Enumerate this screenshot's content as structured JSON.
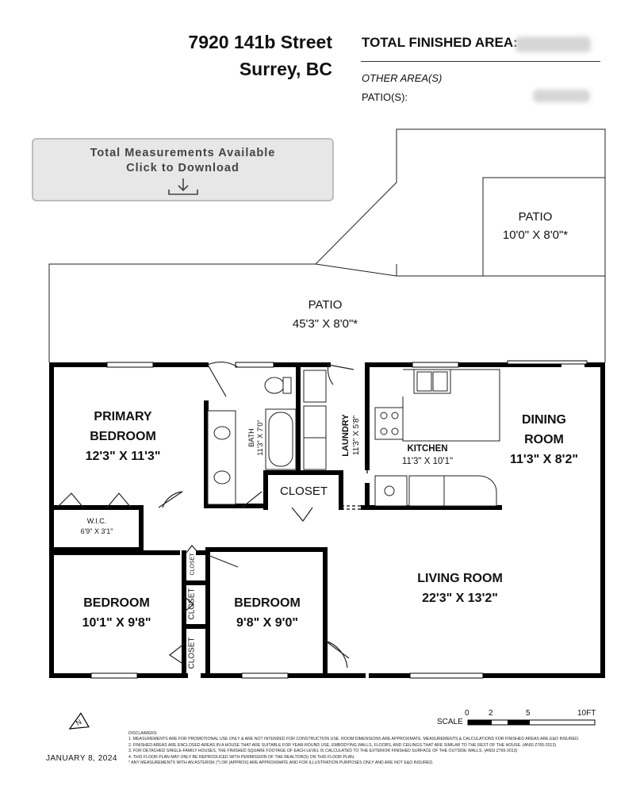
{
  "header": {
    "address_line1": "7920 141b Street",
    "address_line2": "Surrey, BC",
    "total_label": "TOTAL FINISHED AREA:",
    "other_area": "OTHER AREA(S)",
    "patios_label": "PATIO(S):"
  },
  "download": {
    "line1": "Total Measurements Available",
    "line2": "Click to Download",
    "icon": "download-arrow-icon"
  },
  "rooms": {
    "patio_small": {
      "name": "PATIO",
      "dims": "10'0\" X 8'0\"*"
    },
    "patio_main": {
      "name": "PATIO",
      "dims": "45'3\" X 8'0\"*"
    },
    "primary_bedroom": {
      "name1": "PRIMARY",
      "name2": "BEDROOM",
      "dims": "12'3\" X 11'3\""
    },
    "bath": {
      "name": "BATH",
      "dims": "11'3\" X 7'0\""
    },
    "laundry": {
      "name": "LAUNDRY",
      "dims": "11'3\" X 5'8\""
    },
    "kitchen": {
      "name": "KITCHEN",
      "dims": "11'3\" X 10'1\""
    },
    "dining": {
      "name1": "DINING",
      "name2": "ROOM",
      "dims": "11'3\" X 8'2\""
    },
    "closet_main": "CLOSET",
    "wic": {
      "name": "W.I.C.",
      "dims": "6'9\" X 3'1\""
    },
    "closet_small": "CLOSET",
    "bedroom_left": {
      "name": "BEDROOM",
      "dims": "10'1\" X 9'8\""
    },
    "bedroom_mid": {
      "name": "BEDROOM",
      "dims": "9'8\" X 9'0\""
    },
    "living": {
      "name": "LIVING ROOM",
      "dims": "22'3\" X 13'2\""
    }
  },
  "scale": {
    "label": "SCALE",
    "ticks": [
      "0",
      "2",
      "5",
      "10FT"
    ]
  },
  "compass": "N",
  "date": "JANUARY 8, 2024",
  "disclaimers": {
    "title": "DISCLAIMERS:",
    "lines": [
      "1. MEASUREMENTS ARE FOR PROMOTIONAL USE ONLY & ARE NOT INTENDED FOR CONSTRUCTION USE. ROOM DIMENSIONS ARE APPROXIMATE. MEASUREMENTS & CALCULATIONS FOR FINISHED AREAS ARE E&O INSURED.",
      "2. FINISHED AREAS ARE ENCLOSED AREAS IN A HOUSE THAT ARE SUITABLE FOR YEAR-ROUND USE, EMBODYING WALLS, FLOORS, AND CEILINGS THAT ARE SIMILAR TO THE REST OF THE HOUSE. (ANSI Z765-2013)",
      "3. FOR DETACHED SINGLE-FAMILY HOUSES, THE FINISHED SQUARE FOOTAGE OF EACH LEVEL IS CALCULATED TO THE EXTERIOR FINISHED SURFACE OF THE OUTSIDE WALLS. (ANSI Z765-2013)",
      "4. THIS FLOOR PLAN MAY ONLY BE REPRODUCED WITH PERMISSION OF THE REALTOR(S) ON THIS FLOOR PLAN.",
      "* ANY MEASUREMENTS WITH AN ASTERISK (*) OR (APPROX) ARE APPROXIMATE AND FOR ILLUSTRATION PURPOSES ONLY AND ARE NOT E&O INSURED."
    ]
  }
}
